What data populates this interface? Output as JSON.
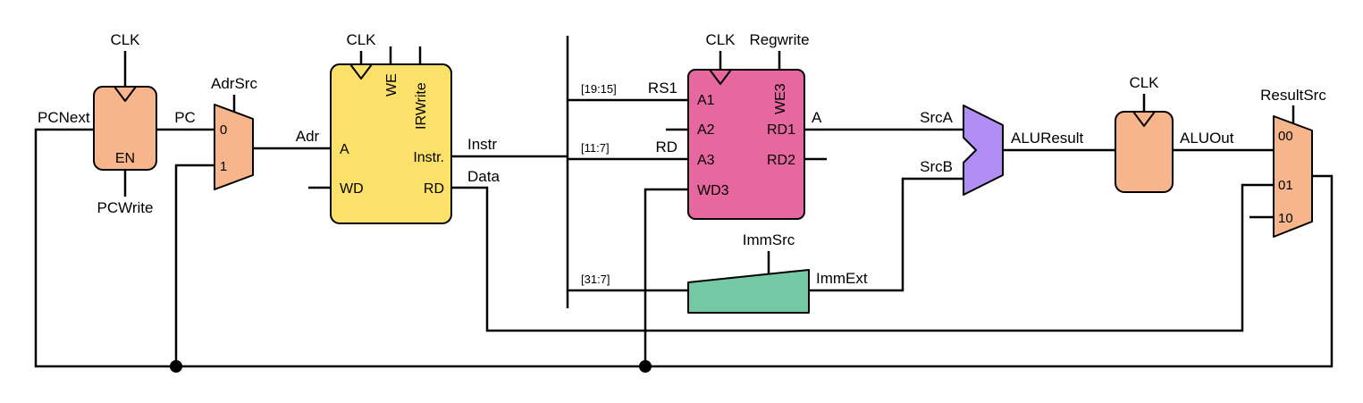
{
  "colors": {
    "register": "#f6b58a",
    "memory": "#fbe06a",
    "regfile": "#e7679f",
    "extend": "#74c9a4",
    "alu": "#b18ef4"
  },
  "pc_register": {
    "clk": "CLK",
    "en": "EN",
    "write_label": "PCWrite",
    "in_label": "PCNext",
    "out_label": "PC"
  },
  "adr_mux": {
    "select_label": "AdrSrc",
    "in0": "0",
    "in1": "1",
    "out_label": "Adr"
  },
  "memory": {
    "clk": "CLK",
    "we": "WE",
    "irwrite": "IRWrite",
    "port_a": "A",
    "port_wd": "WD",
    "port_instr": "Instr.",
    "port_rd": "RD",
    "out_instr": "Instr",
    "out_data": "Data"
  },
  "instr_taps": {
    "rs1_range": "[19:15]",
    "rs1": "RS1",
    "rd_range": "[11:7]",
    "rd": "RD",
    "imm_range": "[31:7]"
  },
  "register_file": {
    "clk": "CLK",
    "regwrite": "Regwrite",
    "we3": "WE3",
    "a1": "A1",
    "a2": "A2",
    "a3": "A3",
    "wd3": "WD3",
    "rd1": "RD1",
    "rd2": "RD2",
    "out_a": "A"
  },
  "extend": {
    "select_label": "ImmSrc",
    "out_label": "ImmExt"
  },
  "alu": {
    "srca": "SrcA",
    "srcb": "SrcB",
    "out_label": "ALUResult"
  },
  "aluout_register": {
    "clk": "CLK",
    "out_label": "ALUOut"
  },
  "result_mux": {
    "select_label": "ResultSrc",
    "in00": "00",
    "in01": "01",
    "in10": "10"
  }
}
